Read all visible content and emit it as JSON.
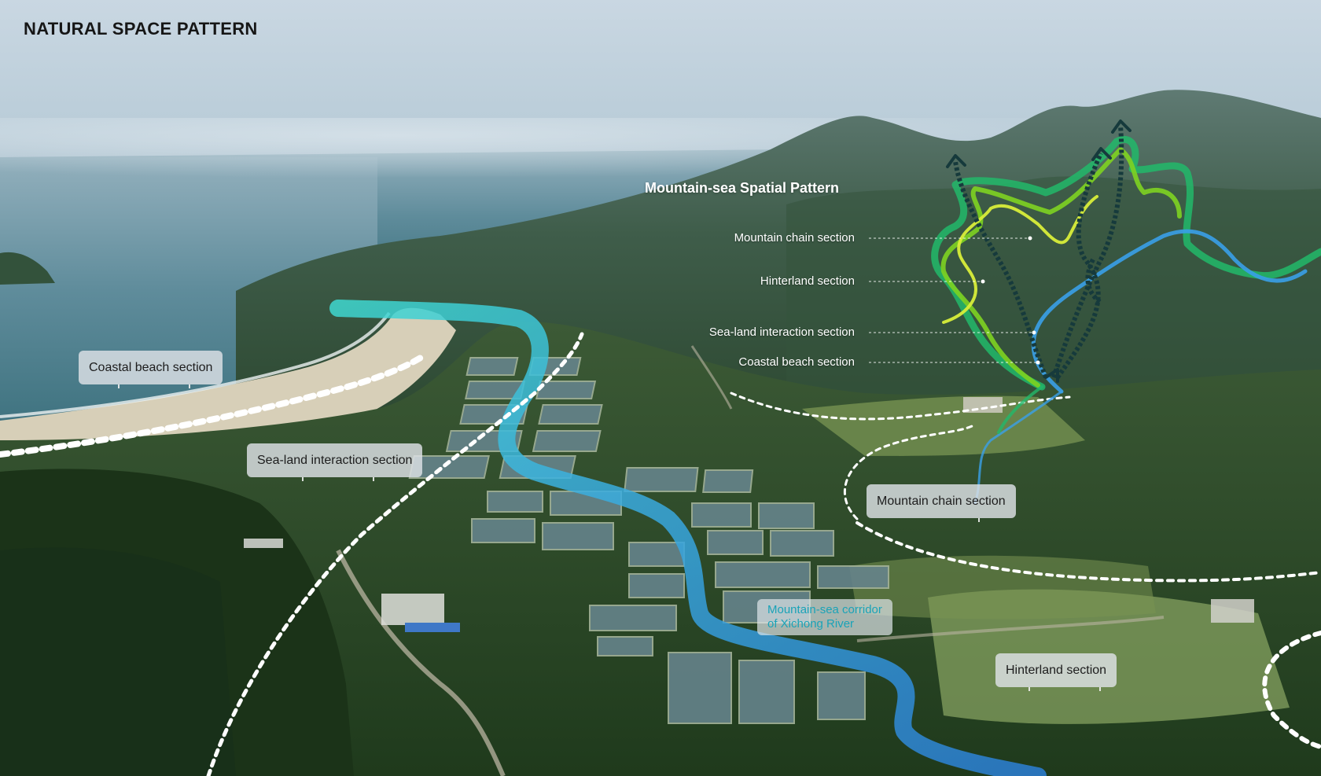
{
  "header": {
    "title": "NATURAL SPACE PATTERN"
  },
  "legend": {
    "title": "Mountain-sea Spatial Pattern",
    "items": [
      {
        "label": "Mountain chain section"
      },
      {
        "label": "Hinterland section"
      },
      {
        "label": "Sea-land interaction section"
      },
      {
        "label": "Coastal beach section"
      }
    ]
  },
  "map_labels": {
    "coastal_beach": "Coastal beach section",
    "sea_land": "Sea-land interaction section",
    "mountain_chain": "Mountain chain section",
    "hinterland": "Hinterland section",
    "corridor_line1": "Mountain-sea corridor",
    "corridor_line2": "of Xichong River"
  },
  "colors": {
    "mountain_chain": "#7ed321",
    "hinterland": "#d8ee3a",
    "sea_land": "#22b86a",
    "coastal": "#3aa0e8",
    "river_upper": "#3fd8d0",
    "river_lower": "#2c7fd6",
    "corridor_text": "#1aa3b8"
  }
}
